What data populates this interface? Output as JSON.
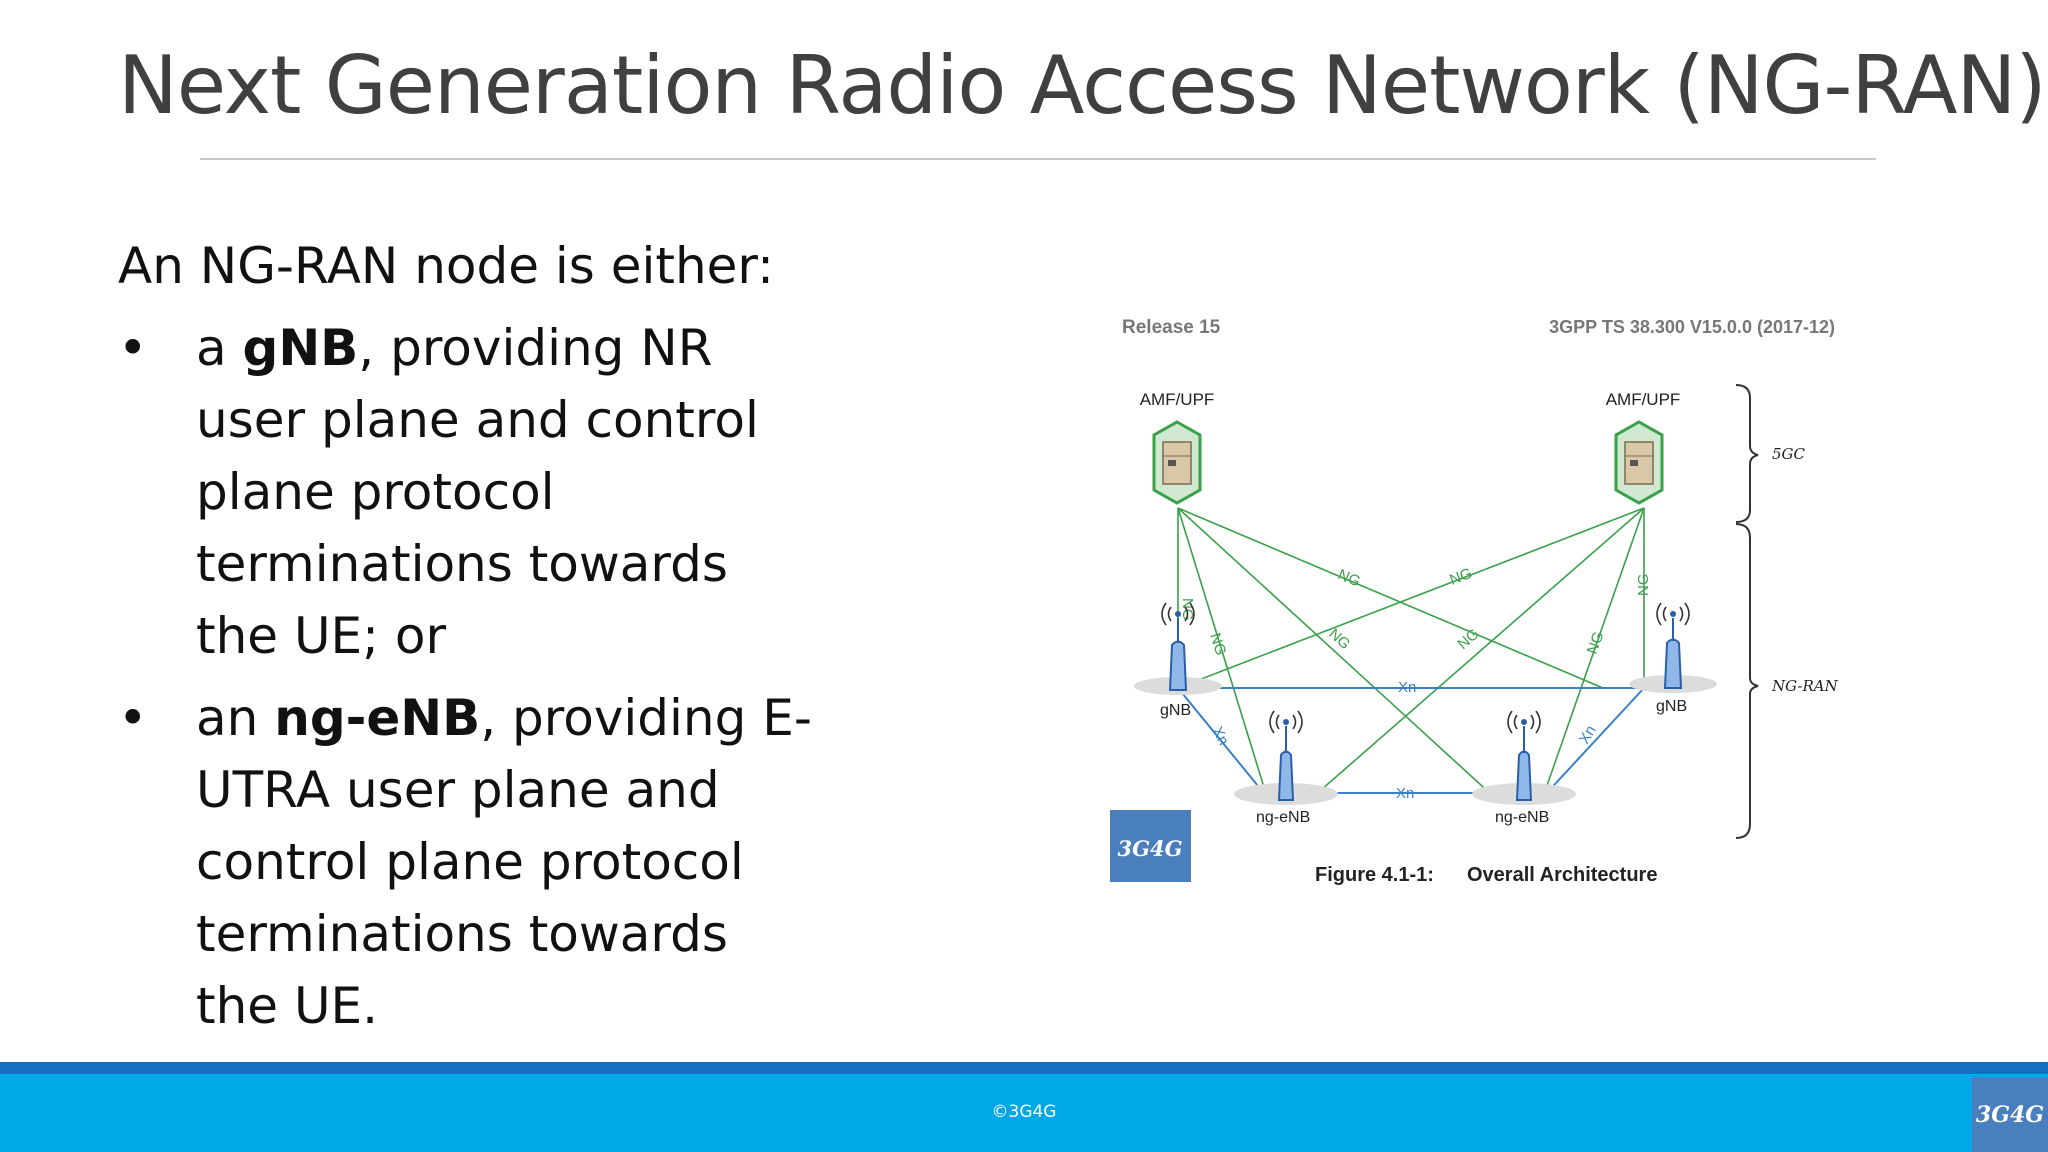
{
  "slide": {
    "title": "Next Generation Radio Access Network (NG-RAN)",
    "intro": "An NG-RAN node is either:",
    "bullets": [
      {
        "marker": "•",
        "before": "a ",
        "bold": "gNB",
        "after": ", providing NR user plane and control plane protocol terminations towards the UE; or"
      },
      {
        "marker": "•",
        "before": "an ",
        "bold": "ng-eNB",
        "after": ", providing E-UTRA user plane and control plane protocol terminations towards the UE."
      }
    ]
  },
  "figure": {
    "release": "Release 15",
    "spec": "3GPP TS 38.300 V15.0.0 (2017-12)",
    "amf_left": "AMF/UPF",
    "amf_right": "AMF/UPF",
    "brace_5gc": "5GC",
    "brace_ngran": "NG-RAN",
    "gnb_left": "gNB",
    "gnb_right": "gNB",
    "ngenb_left": "ng-eNB",
    "ngenb_right": "ng-eNB",
    "ng_label": "NG",
    "xn_label": "Xn",
    "logo": "3G4G",
    "caption_number": "Figure 4.1-1:",
    "caption_text": "Overall Architecture",
    "colors": {
      "ng": "#3aa04a",
      "xn": "#3b7fc4"
    }
  },
  "footer": {
    "copyright": "©3G4G",
    "logo": "3G4G",
    "colors": {
      "bar": "#00a8e8",
      "stripe": "#1570c4"
    }
  }
}
